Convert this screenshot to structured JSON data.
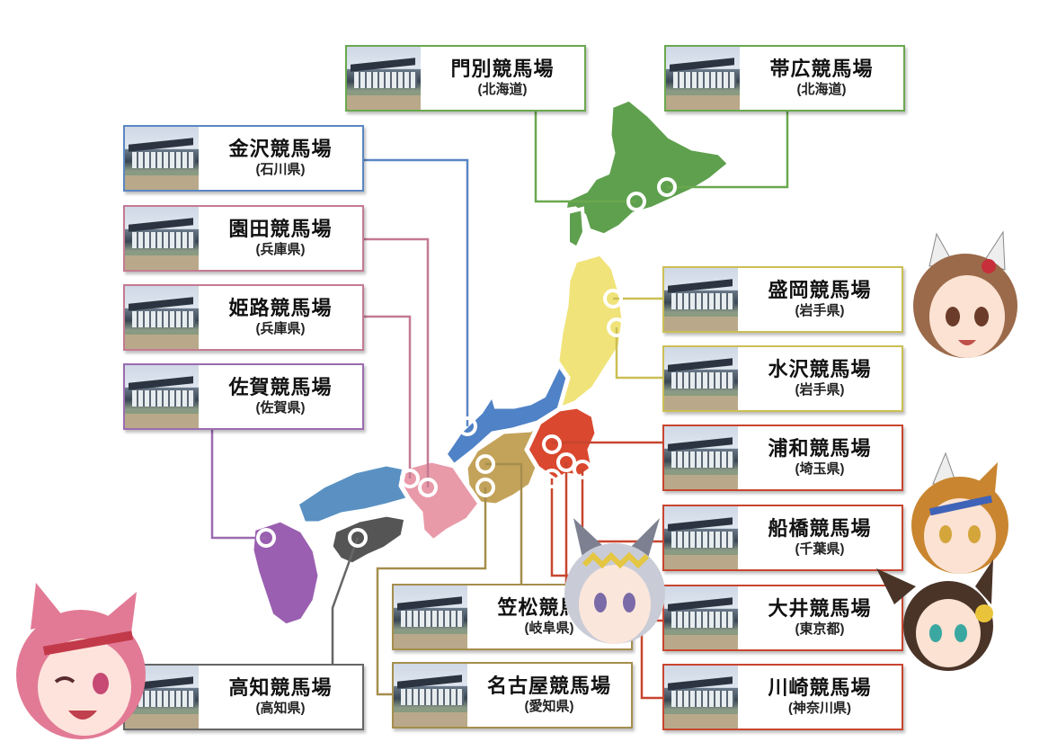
{
  "regions": {
    "hokkaido": "#5fa04e",
    "tohoku": "#f0e37a",
    "hokuriku": "#4f82c6",
    "kanto": "#d9482f",
    "chubu": "#c3a35a",
    "kinki": "#e89aa9",
    "chugoku": "#5a91c2",
    "shikoku": "#555555",
    "kyushu": "#9a5fb0"
  },
  "tracks": [
    {
      "id": "monbetsu",
      "name": "門別競馬場",
      "pref": "(北海道)",
      "color": "#6aa84f"
    },
    {
      "id": "obihiro",
      "name": "帯広競馬場",
      "pref": "(北海道)",
      "color": "#6aa84f"
    },
    {
      "id": "kanazawa",
      "name": "金沢競馬場",
      "pref": "(石川県)",
      "color": "#5a86c2"
    },
    {
      "id": "sonoda",
      "name": "園田競馬場",
      "pref": "(兵庫県)",
      "color": "#c47a92"
    },
    {
      "id": "himeji",
      "name": "姫路競馬場",
      "pref": "(兵庫県)",
      "color": "#c47a92"
    },
    {
      "id": "saga",
      "name": "佐賀競馬場",
      "pref": "(佐賀県)",
      "color": "#9b6bb0"
    },
    {
      "id": "morioka",
      "name": "盛岡競馬場",
      "pref": "(岩手県)",
      "color": "#cbbf55"
    },
    {
      "id": "mizusawa",
      "name": "水沢競馬場",
      "pref": "(岩手県)",
      "color": "#cbbf55"
    },
    {
      "id": "urawa",
      "name": "浦和競馬場",
      "pref": "(埼玉県)",
      "color": "#c8452f"
    },
    {
      "id": "funabashi",
      "name": "船橋競馬場",
      "pref": "(千葉県)",
      "color": "#c8452f"
    },
    {
      "id": "ooi",
      "name": "大井競馬場",
      "pref": "(東京都)",
      "color": "#c8452f"
    },
    {
      "id": "kawasaki",
      "name": "川崎競馬場",
      "pref": "(神奈川県)",
      "color": "#c8452f"
    },
    {
      "id": "kasamatsu",
      "name": "笠松競馬場",
      "pref": "(岐阜県)",
      "color": "#a58e4d"
    },
    {
      "id": "nagoya",
      "name": "名古屋競馬場",
      "pref": "(愛知県)",
      "color": "#a58e4d"
    },
    {
      "id": "kochi",
      "name": "高知競馬場",
      "pref": "(高知県)",
      "color": "#666666"
    }
  ],
  "characters": [
    {
      "id": "top-right",
      "hair": "#9b6a4a",
      "eyes": "#6b3c2a"
    },
    {
      "id": "mid-right",
      "hair": "#c9852f",
      "eyes": "#d4a53a"
    },
    {
      "id": "low-right",
      "hair": "#4a3428",
      "eyes": "#3aa7a0"
    },
    {
      "id": "center",
      "hair": "#c9ccd6",
      "eyes": "#7b6aa8"
    },
    {
      "id": "bottom-left",
      "hair": "#e27a95",
      "eyes": "#c64a74"
    }
  ]
}
